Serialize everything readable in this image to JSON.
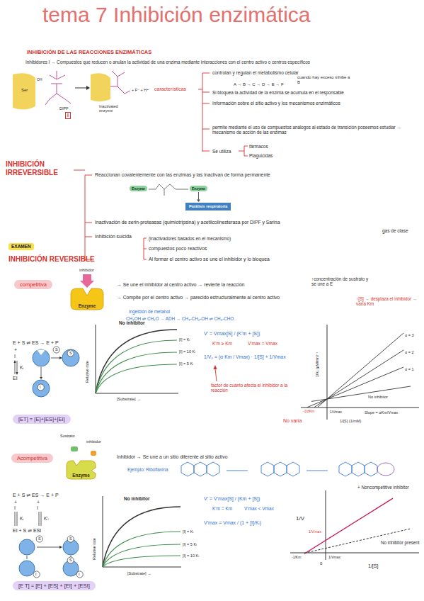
{
  "diagram": {
    "title": "tema 7 Inhibición enzimática",
    "nodes": [
      {
        "text": [
          "I"
        ]
      },
      {
        "text": [
          "Enzyme"
        ]
      },
      {
        "text": [
          "Enzyme"
        ]
      },
      {
        "text": [
          "Parálisis respiratoria"
        ]
      },
      {
        "text": [
          "EXAMEN"
        ]
      },
      {
        "text": [
          "competitiva"
        ]
      },
      {
        "text": [
          "Enzyme"
        ]
      },
      {
        "text": [
          "[ET] = [E]+[ES]+[EI]"
        ]
      },
      {
        "text": [
          "Acompetitiva"
        ]
      },
      {
        "text": [
          "Enzyme"
        ]
      },
      {
        "text": [
          "[E T] = [E] + [ES] + [EI] + [ESI]"
        ]
      }
    ],
    "edges": [
      {
        "from": 2,
        "to": 3,
        "arrow": "to"
      }
    ],
    "labels": [
      "INHIBICIÓN DE LAS REACCIONES ENZIMÁTICAS",
      "Inhibidores I → Compuestos que reducen o anulan la actividad de una enzima mediante interacciones con el centro activo o centros específicos",
      "Ser",
      "DIPF",
      "Inactivated enzyme",
      "+ F⁻ + H⁺",
      "características",
      "controlan y regulan el metabolismo celular",
      "cuando hay exceso inhibe a B",
      "A → B → C → D → E → F",
      "Si bloquea la actividad de la enzima se acumula en el responsable",
      "Información sobre el sitio activo y los mecanismos enzimáticos",
      "permite mediante el uso de compuestos análogos al estado de transición poseemos estudiar → mecanismo de acción de las enzimas",
      "Se utiliza",
      "fármacos",
      "Plaguicidas",
      "INHIBICIÓN IRREVERSIBLE",
      "Reaccionan covalentemente con las enzimas y las inactivan de forma permanente",
      "Inactivación de serin-proteasas (quimiotripsina) y acetilcolinesterasa por DIPF y Sarina",
      "gas de clase",
      "Inhibición suicida",
      "(inactivadores basados en el mecanismo)",
      "compuestos poco reactivos",
      "Al formar el centro activo se une el inhibidor y lo bloquea",
      "INHIBICIÓN REVERSIBLE",
      "inhibidor",
      "→ Se une el inhibidor al centro activo → revierte la reacción",
      "↑concentración de sustrato y se une a E",
      "→ Compite por el centro activo → parecido estructuralmente al centro activo",
      "ingestión de metanol",
      "CH₃OH ⇌ CH₂O → ADH → CH₃-CH₂-OH ⇌ CH₃-CHO",
      "E + S ⇌ ES → E + P",
      "+",
      "I",
      "Kᵢ",
      "EI",
      "S",
      "S",
      "I",
      "No inhibitor",
      "[I] = Kᵢ",
      "[I] = 10 Kᵢ",
      "[I] = 5 Kᵢ",
      "Relative rate",
      "[Substrate] →",
      "V' = Vmax[S] / (K'm + [S])",
      "K'm ≥ Km",
      "V'max = Vmax",
      "1/V₀ = (α·Km / Vmax) · 1/[S] + 1/Vmax",
      "factor de cuánto afecta el inhibidor a la reacción",
      "No varía",
      "↑[S] → desplaza el inhibidor → varía Km",
      "1/V₀ (μM/min)⁻¹",
      "α = 3",
      "α = 2",
      "α = 1",
      "No inhibitor",
      "Slope = αKm/Vmax",
      "1/Vmax",
      "-1/αKm",
      "1/[S] (1/mM)",
      "Sustrato",
      "inhibidor",
      "Inhibidor → Se une a un sitio diferente al sitio activo",
      "Ejemplo: Riboflavina",
      "E + S ⇌ ES → E + P",
      "+",
      "I",
      "+",
      "I",
      "Kᵢ",
      "K'ᵢ",
      "EI + S ⇌ ESI",
      "S",
      "S",
      "I",
      "S",
      "I",
      "No inhibitor",
      "[I] = Kᵢ",
      "[I] = 10 Kᵢ",
      "[I] = 5 Kᵢ",
      "Relative rate",
      "[Substrate] →",
      "V' = V'max[S] / (Km + [S])",
      "K'm = Km",
      "V'max < Vmax",
      "V'max = Vmax / (1 + [I]/Kᵢ)",
      "+ Noncompetitive inhibitor",
      "1/V",
      "No inhibitor present",
      "1/V'max",
      "1/Vmax",
      "-1/Km",
      "0",
      "1/[S]",
      "OH"
    ]
  }
}
